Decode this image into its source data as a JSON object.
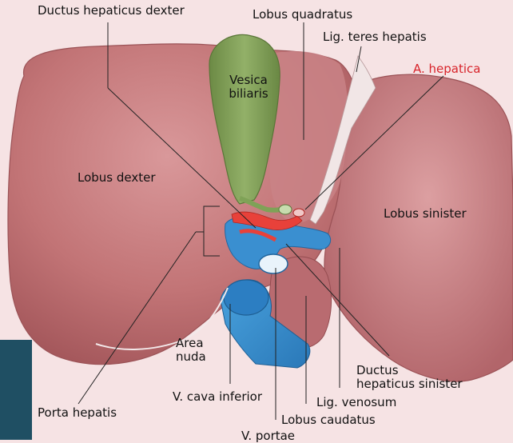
{
  "labels": {
    "ductus_hepaticus_dexter": "Ductus hepaticus dexter",
    "lobus_quadratus": "Lobus quadratus",
    "lig_teres_hepatis": "Lig. teres hepatis",
    "a_hepatica": "A. hepatica",
    "vesica_biliaris": "Vesica\nbiliaris",
    "lobus_dexter": "Lobus dexter",
    "lobus_sinister": "Lobus sinister",
    "area_nuda": "Area\nnuda",
    "ductus_hepaticus_sinister": "Ductus\nhepaticus sinister",
    "lig_venosum": "Lig. venosum",
    "v_cava_inferior": "V. cava inferior",
    "porta_hepatis": "Porta hepatis",
    "lobus_caudatus": "Lobus caudatus",
    "v_portae": "V. portae"
  },
  "colors": {
    "background": "#f6e3e4",
    "liver": "#c97e80",
    "liver_shadow": "#a7595d",
    "gallbladder": "#7f9d55",
    "artery": "#e8413a",
    "portal_vein": "#3a8fd0",
    "label_text": "#111111",
    "highlight_label": "#d8242b",
    "corner_panel": "#1f4f63"
  }
}
